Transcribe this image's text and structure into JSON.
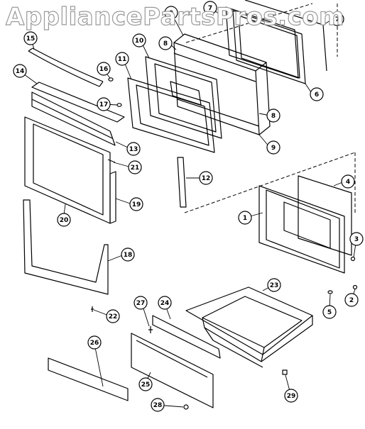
{
  "watermark": "AppliancePartsPros.com",
  "callouts": [
    "1",
    "2",
    "3",
    "4",
    "5",
    "6",
    "7",
    "7",
    "8",
    "8",
    "9",
    "9",
    "10",
    "11",
    "12",
    "13",
    "14",
    "15",
    "16",
    "17",
    "18",
    "19",
    "20",
    "21",
    "22",
    "23",
    "24",
    "25",
    "26",
    "27",
    "28",
    "29"
  ]
}
